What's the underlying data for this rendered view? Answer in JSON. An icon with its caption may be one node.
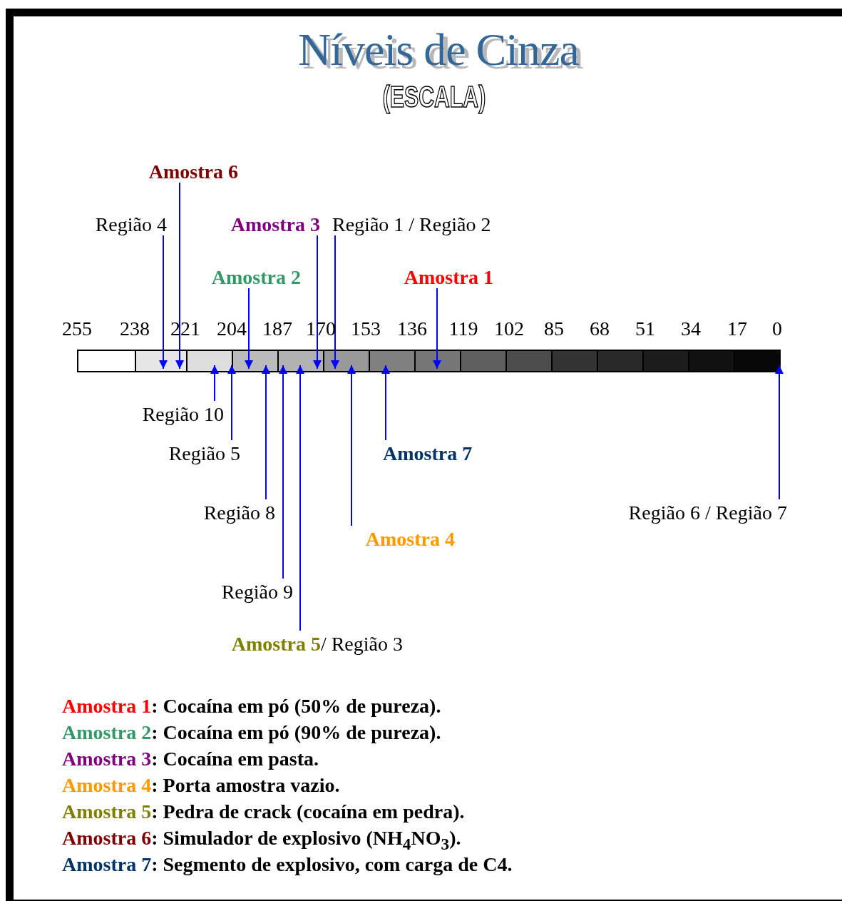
{
  "diagram": {
    "title": "Níveis de Cinza",
    "nodes": [
      {
        "text": [
          "Amostra 6"
        ]
      },
      {
        "text": [
          "Região 4"
        ]
      },
      {
        "text": [
          "Amostra 3"
        ]
      },
      {
        "text": [
          "Região 1 / Região 2"
        ]
      },
      {
        "text": [
          "Amostra 2"
        ]
      },
      {
        "text": [
          "Amostra 1"
        ]
      },
      {
        "text": [],
        "shape": "box"
      },
      {
        "text": [],
        "shape": "box"
      },
      {
        "text": [],
        "shape": "box"
      },
      {
        "text": [],
        "shape": "box"
      },
      {
        "text": [],
        "shape": "box"
      },
      {
        "text": [],
        "shape": "box"
      },
      {
        "text": [],
        "shape": "box"
      },
      {
        "text": [],
        "shape": "box"
      },
      {
        "text": [],
        "shape": "box"
      },
      {
        "text": [],
        "shape": "box"
      },
      {
        "text": [],
        "shape": "box"
      },
      {
        "text": [],
        "shape": "box"
      },
      {
        "text": [],
        "shape": "box"
      },
      {
        "text": [],
        "shape": "box"
      },
      {
        "text": [],
        "shape": "box"
      },
      {
        "text": [
          "Região 10"
        ]
      },
      {
        "text": [
          "Região 5"
        ]
      },
      {
        "text": [
          "Amostra 7"
        ]
      },
      {
        "text": [
          "Região 8"
        ]
      },
      {
        "text": [
          "Região 6 / Região 7"
        ]
      },
      {
        "text": [
          "Amostra 4"
        ]
      },
      {
        "text": [
          "Região 9"
        ]
      },
      {
        "text": [
          "Amostra 5",
          "/ Região 3"
        ]
      }
    ],
    "edges": [
      {
        "from": 0,
        "to": 7,
        "arrow": "to"
      },
      {
        "from": 1,
        "to": 7,
        "arrow": "to"
      },
      {
        "from": 2,
        "to": 10,
        "arrow": "to"
      },
      {
        "from": 3,
        "to": 11,
        "arrow": "to"
      },
      {
        "from": 4,
        "to": 9,
        "arrow": "to"
      },
      {
        "from": 5,
        "to": 13,
        "arrow": "to"
      },
      {
        "from": 21,
        "to": 8,
        "arrow": "to"
      },
      {
        "from": 22,
        "to": 8,
        "arrow": "to"
      },
      {
        "from": 23,
        "to": 12,
        "arrow": "to"
      },
      {
        "from": 24,
        "to": 9,
        "arrow": "to"
      },
      {
        "from": 25,
        "to": 20,
        "arrow": "to"
      },
      {
        "from": 26,
        "to": 11,
        "arrow": "to"
      },
      {
        "from": 27,
        "to": 10,
        "arrow": "to"
      },
      {
        "from": 28,
        "to": 10,
        "arrow": "to"
      }
    ],
    "labels": [
      "(ESCALA)",
      "255",
      "238",
      "221",
      "204",
      "187",
      "170",
      "153",
      "136",
      "119",
      "102",
      "85",
      "68",
      "51",
      "34",
      "17",
      "0"
    ],
    "legend": [
      {
        "text": "Amostra 1: Cocaína em pó (50% de pureza).",
        "color": "#ff0000"
      },
      {
        "text": "Amostra 2: Cocaína em pó (90% de pureza).",
        "color": "#339966"
      },
      {
        "text": "Amostra 3: Cocaína em pasta.",
        "color": "#800080"
      },
      {
        "text": "Amostra 4: Porta amostra vazio.",
        "color": "#ff9900"
      },
      {
        "text": "Amostra 5: Pedra de crack (cocaína em pedra).",
        "color": "#808000"
      },
      {
        "text": "Amostra 6: Simulador de explosivo (NH$_{4}$NO$_{3}$).",
        "color": "#800000"
      },
      {
        "text": "Amostra 7: Segmento de explosivo, com carga de C4.",
        "color": "#003366"
      }
    ]
  }
}
